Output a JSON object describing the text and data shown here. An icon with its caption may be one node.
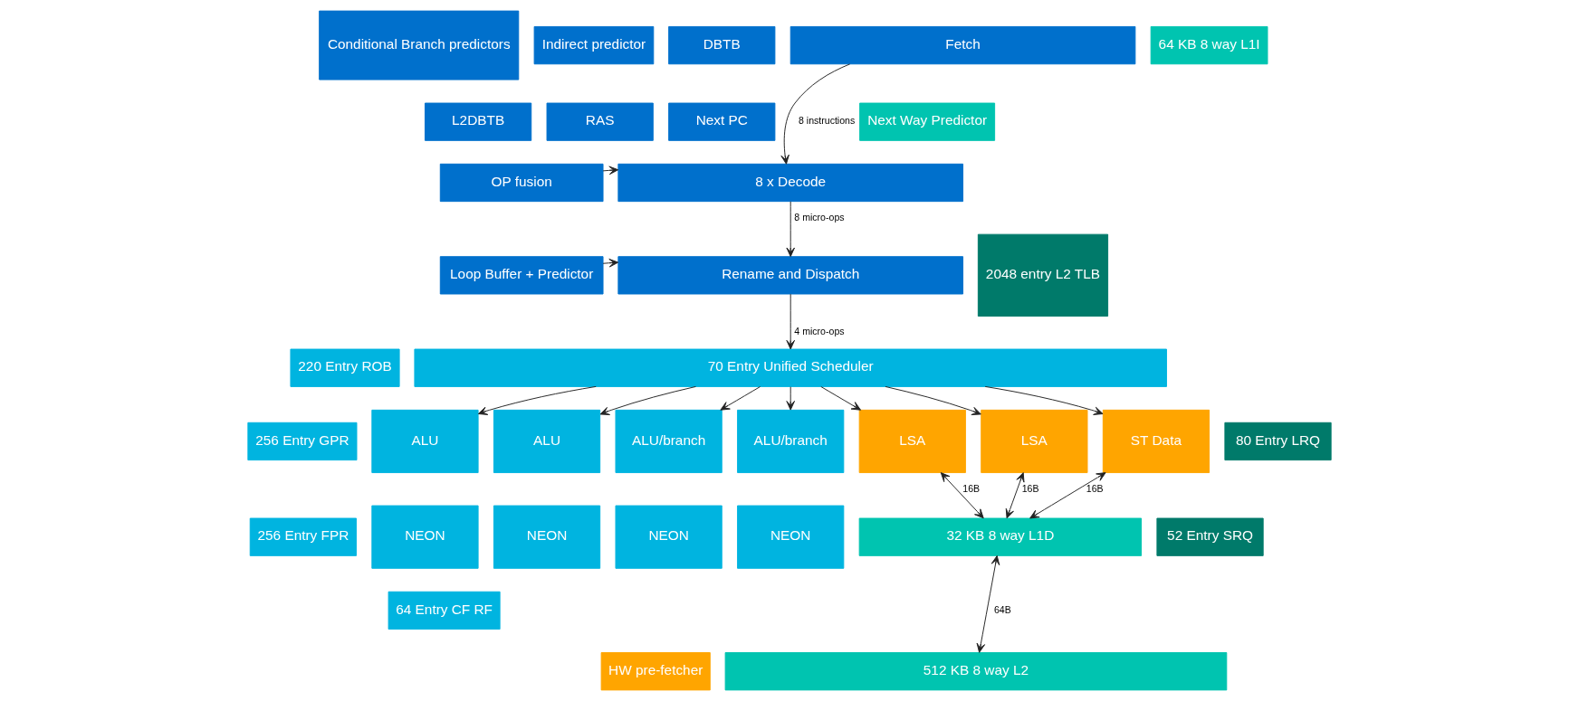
{
  "diagram": {
    "nodes": [
      {
        "text": [
          "Conditional Branch predictors"
        ]
      },
      {
        "text": [
          "Indirect predictor"
        ]
      },
      {
        "text": [
          "DBTB"
        ]
      },
      {
        "text": [
          "Fetch"
        ]
      },
      {
        "text": [
          "64 KB 8 way L1I"
        ]
      },
      {
        "text": [
          "RAS"
        ]
      },
      {
        "text": [
          "Next PC"
        ]
      },
      {
        "text": [
          "Next Way Predictor"
        ]
      },
      {
        "text": [
          "L2DBTB"
        ]
      },
      {
        "text": [
          "OP fusion"
        ]
      },
      {
        "text": [
          "8 x Decode"
        ]
      },
      {
        "text": [
          "Loop Buffer + Predictor"
        ]
      },
      {
        "text": [
          "Rename and Dispatch"
        ]
      },
      {
        "text": [
          "2048 entry L2 TLB"
        ]
      },
      {
        "text": [
          "220 Entry ROB"
        ]
      },
      {
        "text": [
          "70 Entry Unified Scheduler"
        ]
      },
      {
        "text": [
          "256 Entry GPR"
        ]
      },
      {
        "text": [
          "ALU"
        ]
      },
      {
        "text": [
          "ALU"
        ]
      },
      {
        "text": [
          "ALU/branch"
        ]
      },
      {
        "text": [
          "ALU/branch"
        ]
      },
      {
        "text": [
          "LSA"
        ]
      },
      {
        "text": [
          "LSA"
        ]
      },
      {
        "text": [
          "ST Data"
        ]
      },
      {
        "text": [
          "80 Entry LRQ"
        ]
      },
      {
        "text": [
          "52 Entry SRQ"
        ]
      },
      {
        "text": [
          "256 Entry FPR"
        ]
      },
      {
        "text": [
          "NEON"
        ]
      },
      {
        "text": [
          "NEON"
        ]
      },
      {
        "text": [
          "NEON"
        ]
      },
      {
        "text": [
          "NEON"
        ]
      },
      {
        "text": [
          "64 Entry CF RF"
        ]
      },
      {
        "text": [
          "32 KB 8 way L1D"
        ]
      },
      {
        "text": [
          "HW pre-fetcher"
        ]
      },
      {
        "text": [
          "512 KB 8 way L2"
        ]
      }
    ],
    "edges": [
      {
        "from": 3,
        "to": 10,
        "arrow": "to",
        "label": "8 instructions"
      },
      {
        "from": 9,
        "to": 10,
        "arrow": "to"
      },
      {
        "from": 10,
        "to": 12,
        "arrow": "to",
        "label": "8 micro-ops"
      },
      {
        "from": 11,
        "to": 12,
        "arrow": "to"
      },
      {
        "from": 12,
        "to": 15,
        "arrow": "to",
        "label": "4 micro-ops"
      },
      {
        "from": 15,
        "to": 17,
        "arrow": "to"
      },
      {
        "from": 15,
        "to": 18,
        "arrow": "to"
      },
      {
        "from": 15,
        "to": 19,
        "arrow": "to"
      },
      {
        "from": 15,
        "to": 20,
        "arrow": "to"
      },
      {
        "from": 15,
        "to": 21,
        "arrow": "to"
      },
      {
        "from": 15,
        "to": 22,
        "arrow": "to"
      },
      {
        "from": 15,
        "to": 23,
        "arrow": "to"
      },
      {
        "from": 21,
        "to": 32,
        "arrow": "both",
        "label": "16B"
      },
      {
        "from": 22,
        "to": 32,
        "arrow": "both",
        "label": "16B"
      },
      {
        "from": 23,
        "to": 32,
        "arrow": "both",
        "label": "16B"
      },
      {
        "from": 32,
        "to": 34,
        "arrow": "both",
        "label": "64B"
      }
    ]
  }
}
